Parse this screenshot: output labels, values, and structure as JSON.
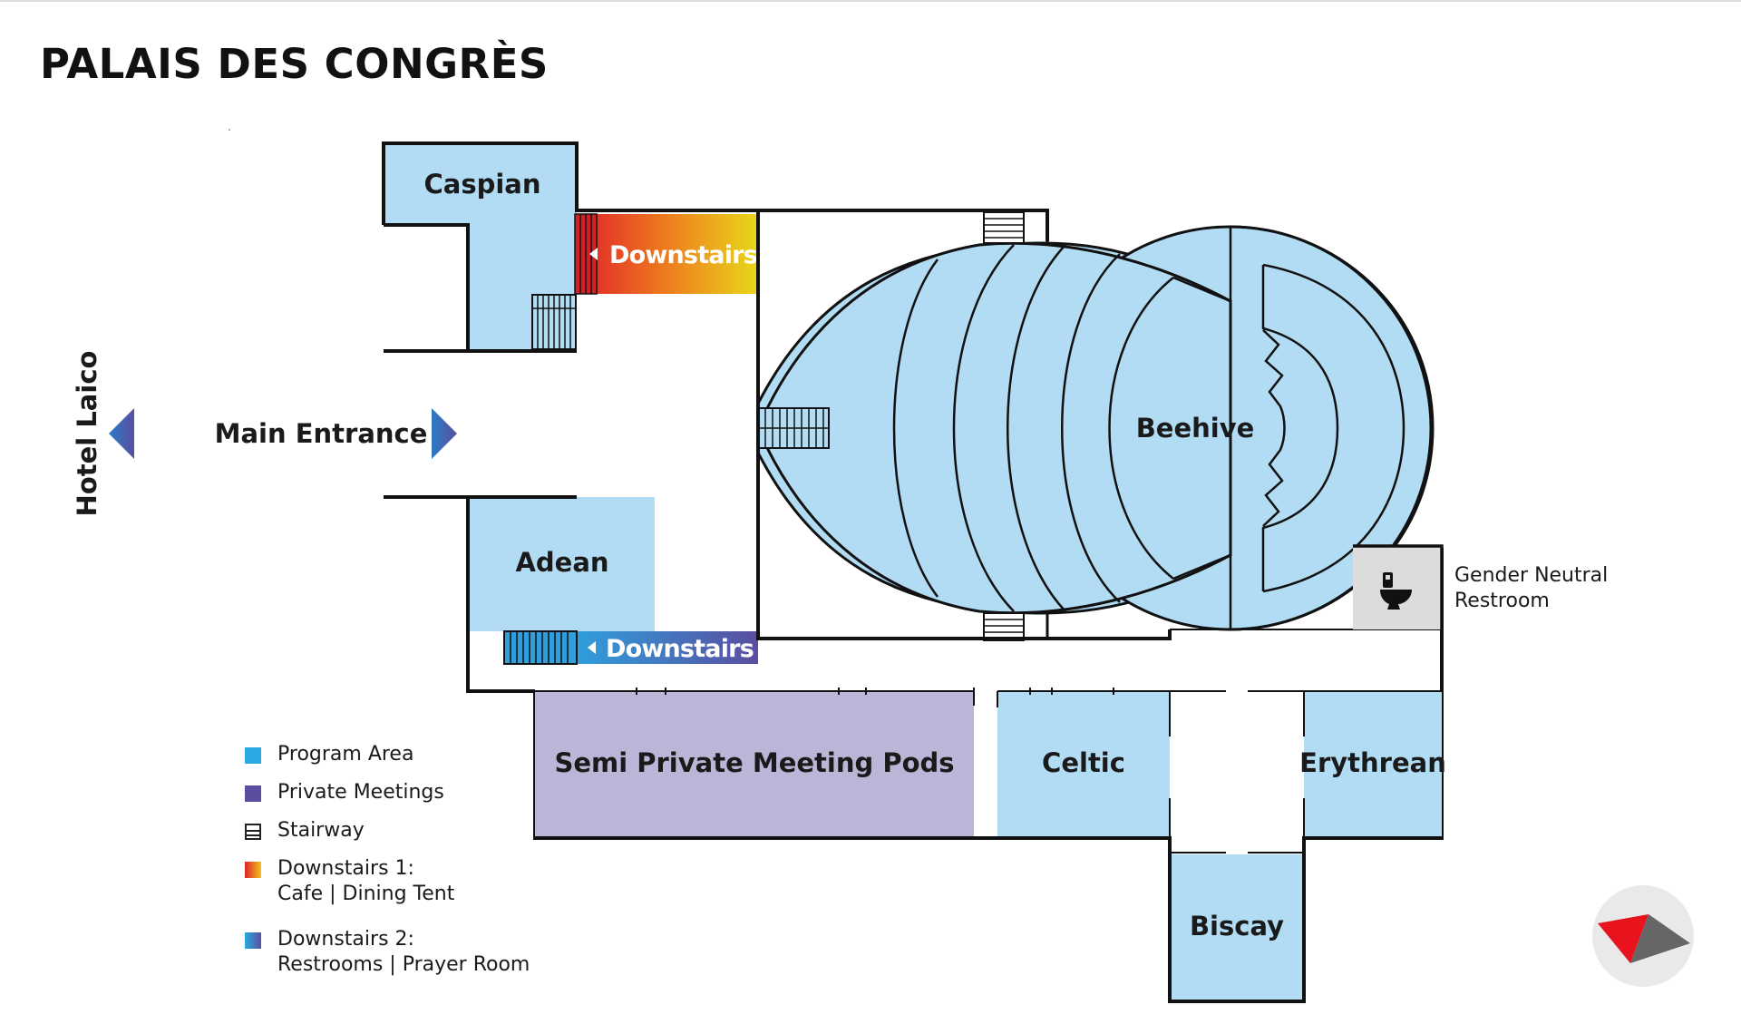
{
  "title": "PALAIS DES CONGRÈS",
  "directions": {
    "hotel": "Hotel Laico",
    "main_entrance": "Main Entrance"
  },
  "rooms": {
    "caspian": "Caspian",
    "adean": "Adean",
    "beehive": "Beehive",
    "semi_private": "Semi Private Meeting Pods",
    "celtic": "Celtic",
    "erythrean": "Erythrean",
    "biscay": "Biscay"
  },
  "downstairs": {
    "one": "Downstairs 1",
    "two": "Downstairs 2"
  },
  "restroom": {
    "line1": "Gender Neutral",
    "line2": "Restroom"
  },
  "legend": [
    {
      "swatch": "program",
      "line1": "Program Area",
      "line2": ""
    },
    {
      "swatch": "private",
      "line1": "Private Meetings",
      "line2": ""
    },
    {
      "swatch": "stair",
      "line1": "Stairway",
      "line2": ""
    },
    {
      "swatch": "dl1",
      "line1": "Downstairs 1:",
      "line2": "Cafe | Dining Tent"
    },
    {
      "swatch": "dl2",
      "line1": "Downstairs 2:",
      "line2": "Restrooms | Prayer Room"
    }
  ],
  "colors": {
    "program_area": "#b2dcf3",
    "private_meetings": "#bbb6d8",
    "restroom": "#dcdcdc",
    "walls": "#111111",
    "arrow": "#5b4ea0"
  },
  "icons": [
    "left-arrow-icon",
    "right-arrow-icon",
    "toilet-icon",
    "compass-logo-icon"
  ]
}
